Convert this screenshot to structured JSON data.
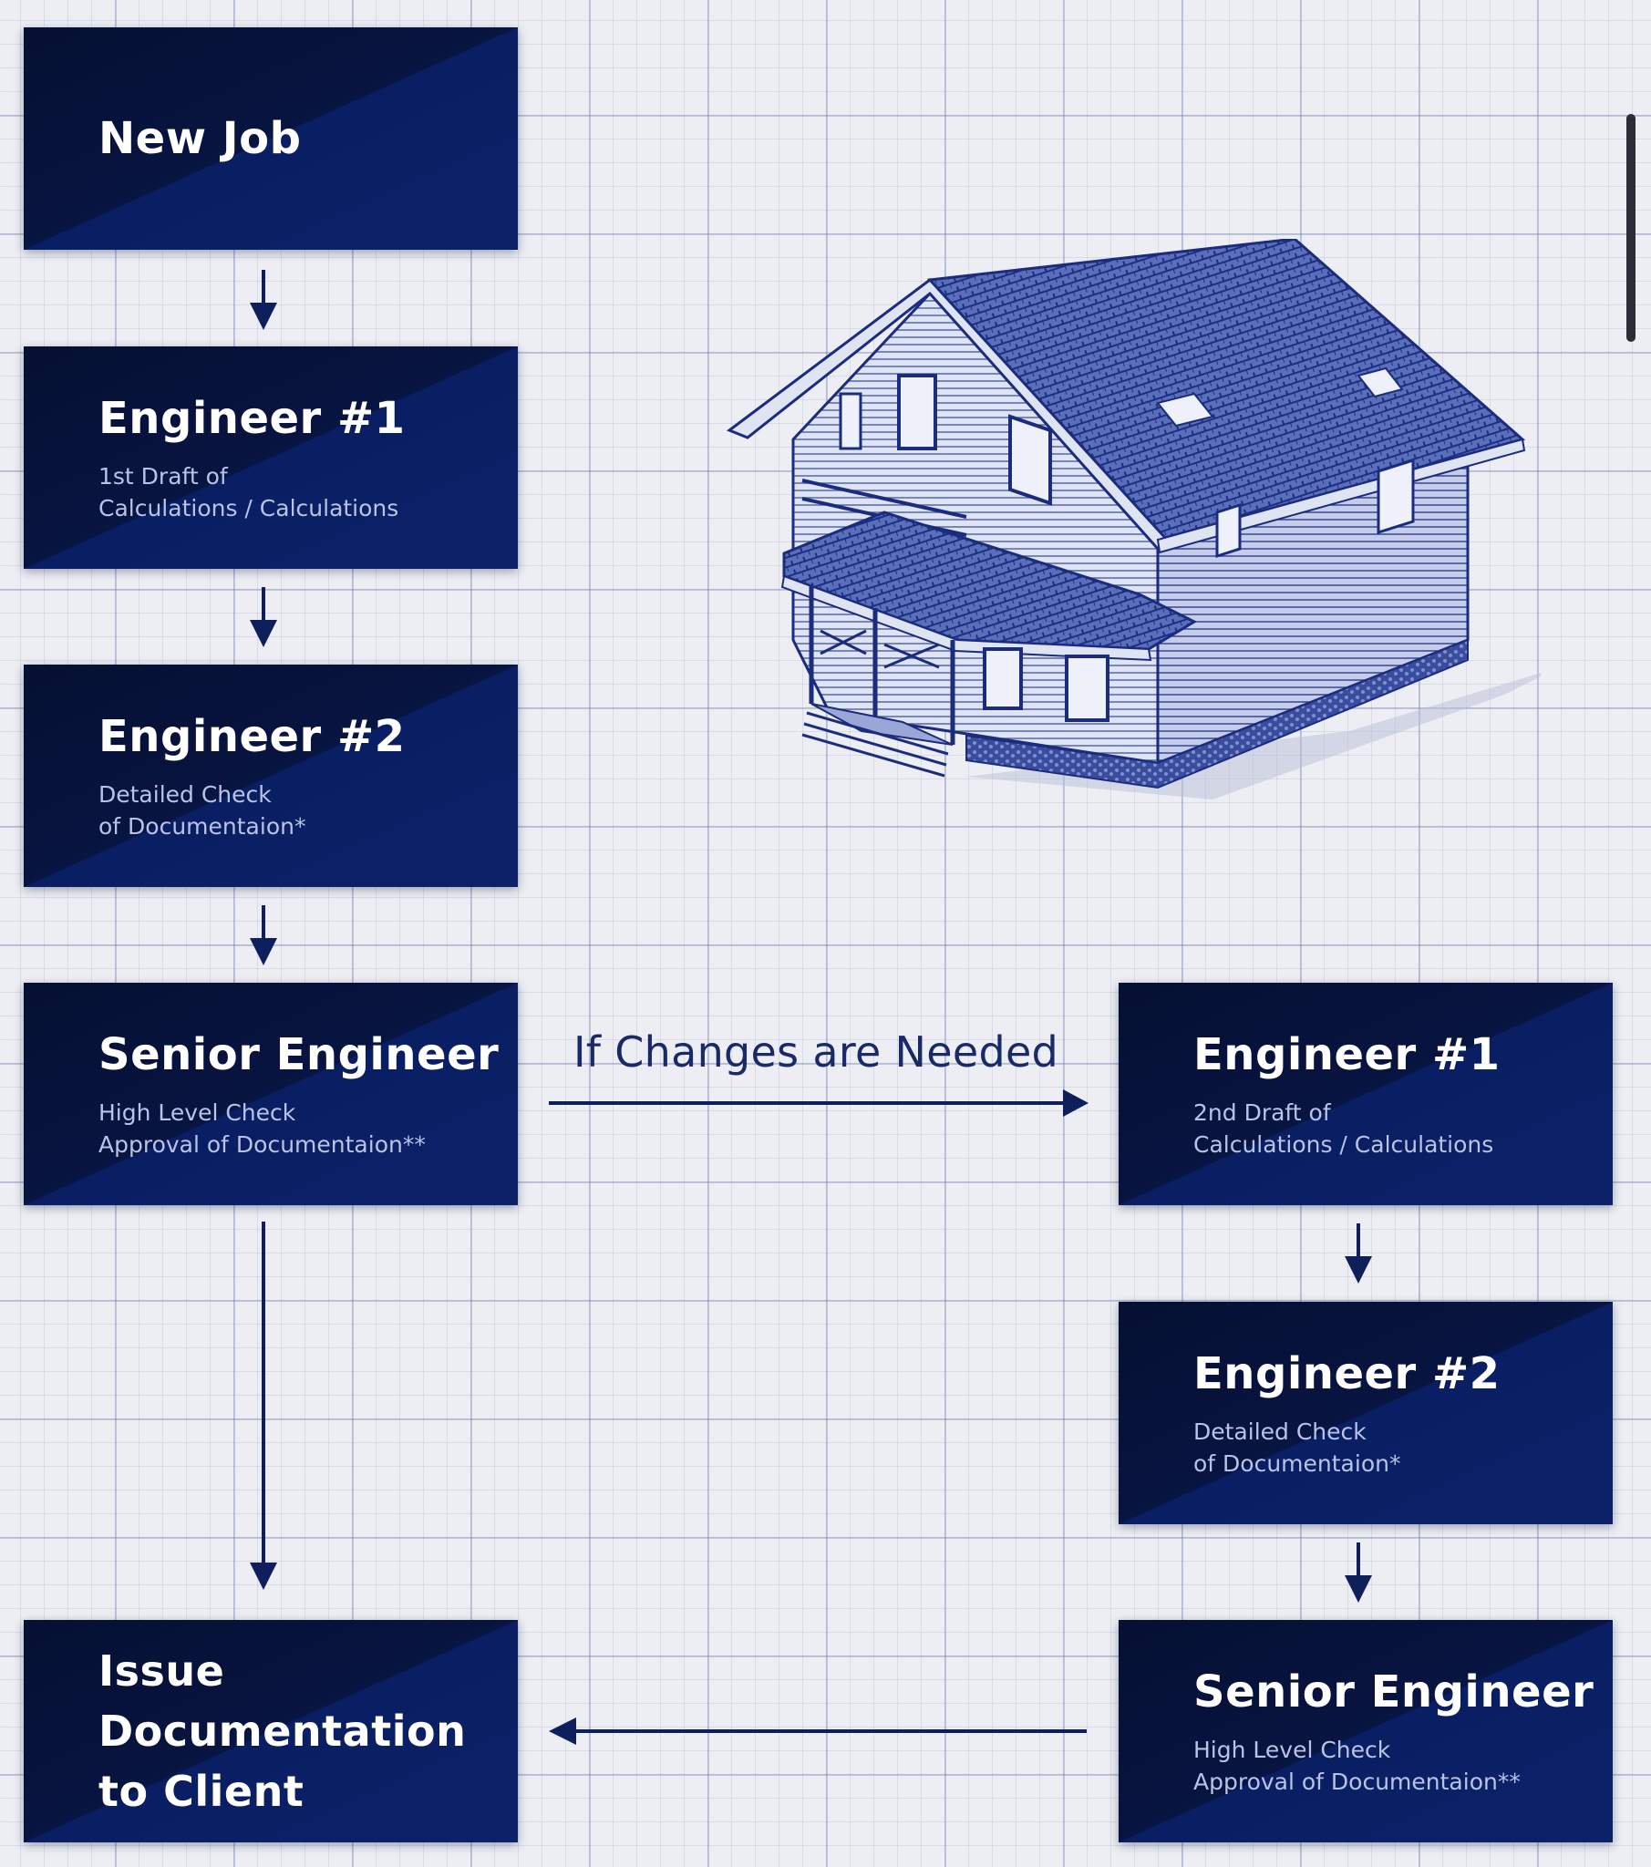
{
  "steps": {
    "new_job": {
      "title": "New Job"
    },
    "eng1_first": {
      "title": "Engineer #1",
      "sub_line1": "1st Draft of",
      "sub_line2": "Calculations / Calculations"
    },
    "eng2_first": {
      "title": "Engineer #2",
      "sub_line1": "Detailed Check",
      "sub_line2": "of Documentaion*"
    },
    "senior_first": {
      "title": "Senior Engineer",
      "sub_line1": "High Level Check",
      "sub_line2": "Approval of Documentaion**"
    },
    "eng1_second": {
      "title": "Engineer #1",
      "sub_line1": "2nd Draft of",
      "sub_line2": "Calculations / Calculations"
    },
    "eng2_second": {
      "title": "Engineer #2",
      "sub_line1": "Detailed Check",
      "sub_line2": "of Documentaion*"
    },
    "senior_second": {
      "title": "Senior Engineer",
      "sub_line1": "High Level Check",
      "sub_line2": "Approval of Documentaion**"
    },
    "issue": {
      "title_line1": "Issue",
      "title_line2": "Documentation",
      "title_line3": "to Client"
    }
  },
  "connectors": {
    "changes_label": "If Changes are Needed"
  },
  "colors": {
    "box_dark": "#061033",
    "box_light": "#0c2168",
    "arrow": "#0e1f5c",
    "grid": "#5a6ea0",
    "background": "#eceef3"
  },
  "icons": {
    "house": "house-blueprint-illustration"
  }
}
